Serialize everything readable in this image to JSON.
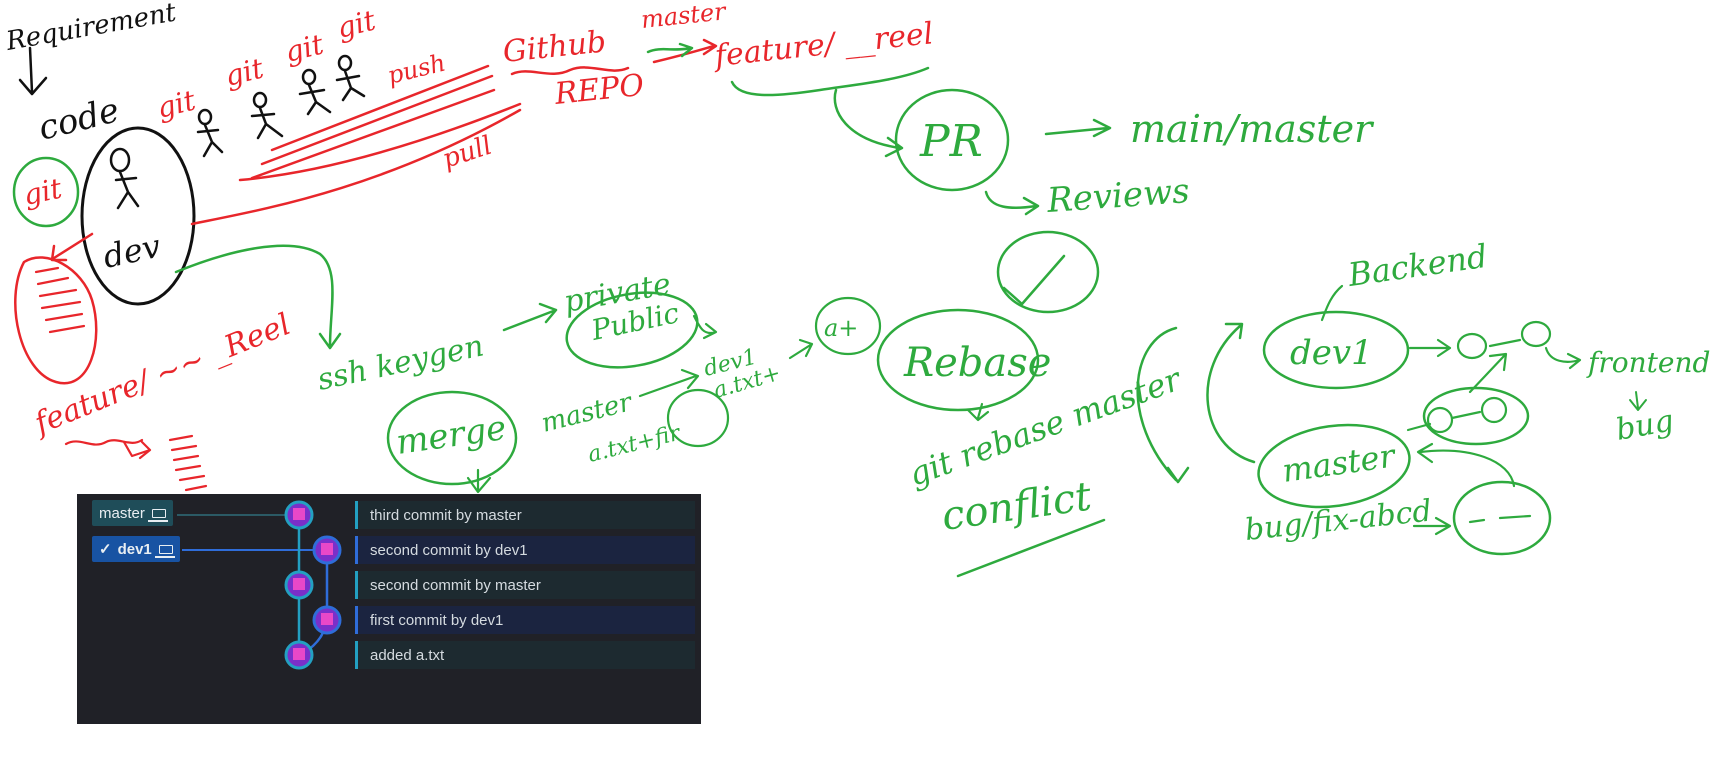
{
  "whiteboard": {
    "annotations": [
      "Requirement",
      "code",
      "git",
      "dev",
      "git",
      "git",
      "git",
      "git",
      "push",
      "pull",
      "Github",
      "REPO",
      "master",
      "feature/ __reel",
      "PR",
      "main/master",
      "Reviews",
      "feature/ ~~ _Reel",
      "ssh keygen",
      "private",
      "Public",
      "merge",
      "master",
      "dev1",
      "a.txt+fir",
      "a.txt+",
      "a+",
      "Rebase",
      "git rebase master",
      "conflict",
      "Backend",
      "dev1",
      "frontend",
      "bug",
      "master",
      "bug/fix-abcd"
    ]
  },
  "git_panel": {
    "branches": [
      {
        "label": "master",
        "current": false
      },
      {
        "label": "dev1",
        "current": true,
        "check": "✓"
      }
    ],
    "commits": [
      {
        "message": "third commit by master",
        "branch": "master"
      },
      {
        "message": "second commit by dev1",
        "branch": "dev1"
      },
      {
        "message": "second commit by master",
        "branch": "master"
      },
      {
        "message": "first commit by dev1",
        "branch": "dev1"
      },
      {
        "message": "added a.txt",
        "branch": "master"
      }
    ]
  },
  "colors": {
    "ink_red": "#e8262b",
    "ink_green": "#2eaa3e",
    "ink_black": "#111111",
    "panel_bg": "#202127",
    "master_lane": "#23a0c2",
    "dev_lane": "#2f6dd9"
  }
}
